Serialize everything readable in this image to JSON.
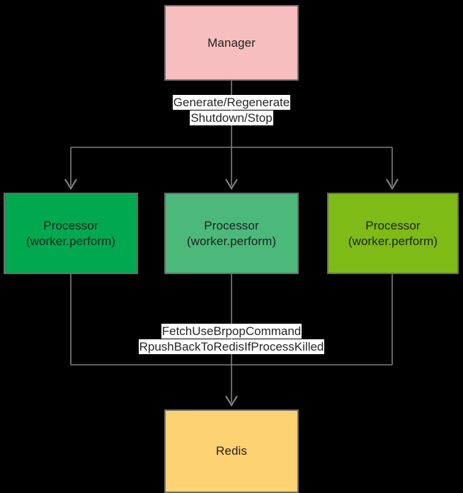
{
  "diagram": {
    "type": "flowchart",
    "background_color": "#000000",
    "edge_color": "#808080",
    "node_border_color": "#6b6b6b",
    "node_text_color": "#1f1f1f",
    "label_background_color": "#ffffff",
    "nodes": [
      {
        "id": "manager",
        "label": "Manager",
        "line2": "",
        "color": "#f6bebe"
      },
      {
        "id": "processor-1",
        "label": "Processor",
        "line2": "(worker.perform)",
        "color": "#00a94f"
      },
      {
        "id": "processor-2",
        "label": "Processor",
        "line2": "(worker.perform)",
        "color": "#4cb87a"
      },
      {
        "id": "processor-3",
        "label": "Processor",
        "line2": "(worker.perform)",
        "color": "#7ebb16"
      },
      {
        "id": "redis",
        "label": "Redis",
        "line2": "",
        "color": "#fdd272"
      }
    ],
    "edges": [
      {
        "id": "manager-to-processors",
        "from": "manager",
        "to": "processor-1, processor-2, processor-3",
        "label_line1": "Generate/Regenerate",
        "label_line2": "Shutdown/Stop"
      },
      {
        "id": "processors-to-redis",
        "from": "processor-1, processor-2, processor-3",
        "to": "redis",
        "label_line1": "FetchUseBrpopCommand",
        "label_line2": "RpushBackToRedisIfProcessKilled"
      }
    ]
  }
}
